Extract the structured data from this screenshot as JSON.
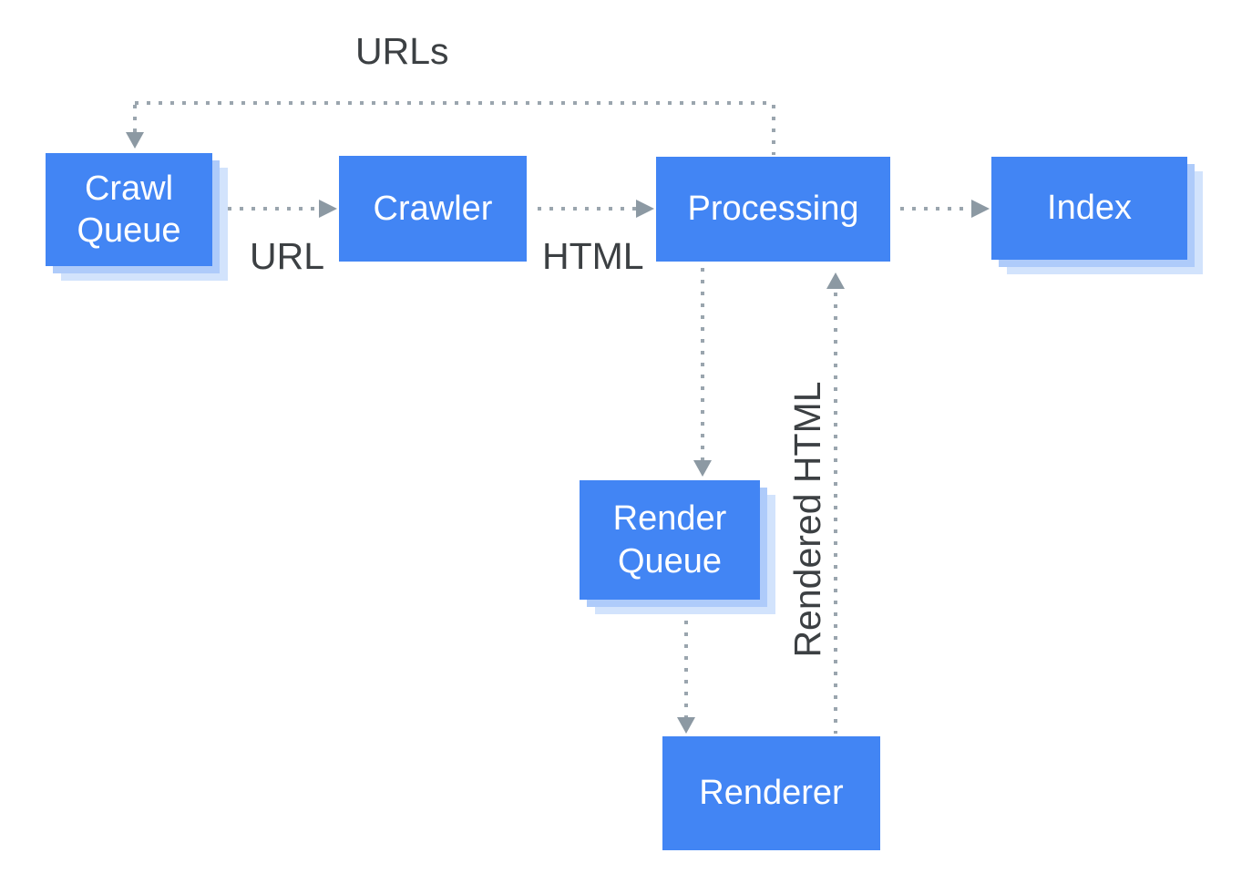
{
  "diagram": {
    "title": "URLs",
    "nodes": {
      "crawl_queue": "Crawl\nQueue",
      "crawler": "Crawler",
      "processing": "Processing",
      "index": "Index",
      "render_queue": "Render\nQueue",
      "renderer": "Renderer"
    },
    "edge_labels": {
      "urls_feedback": "URLs",
      "url": "URL",
      "html": "HTML",
      "rendered_html": "Rendered HTML"
    },
    "colors": {
      "node_fill": "#4285F4",
      "node_text": "#FFFFFF",
      "shadow_inner": "#AECBFA",
      "shadow_outer": "#D2E3FC",
      "connector_dot": "#9AA5AE",
      "arrowhead": "#8C99A3",
      "label_text": "#3C4043",
      "background": "#FFFFFF"
    }
  }
}
